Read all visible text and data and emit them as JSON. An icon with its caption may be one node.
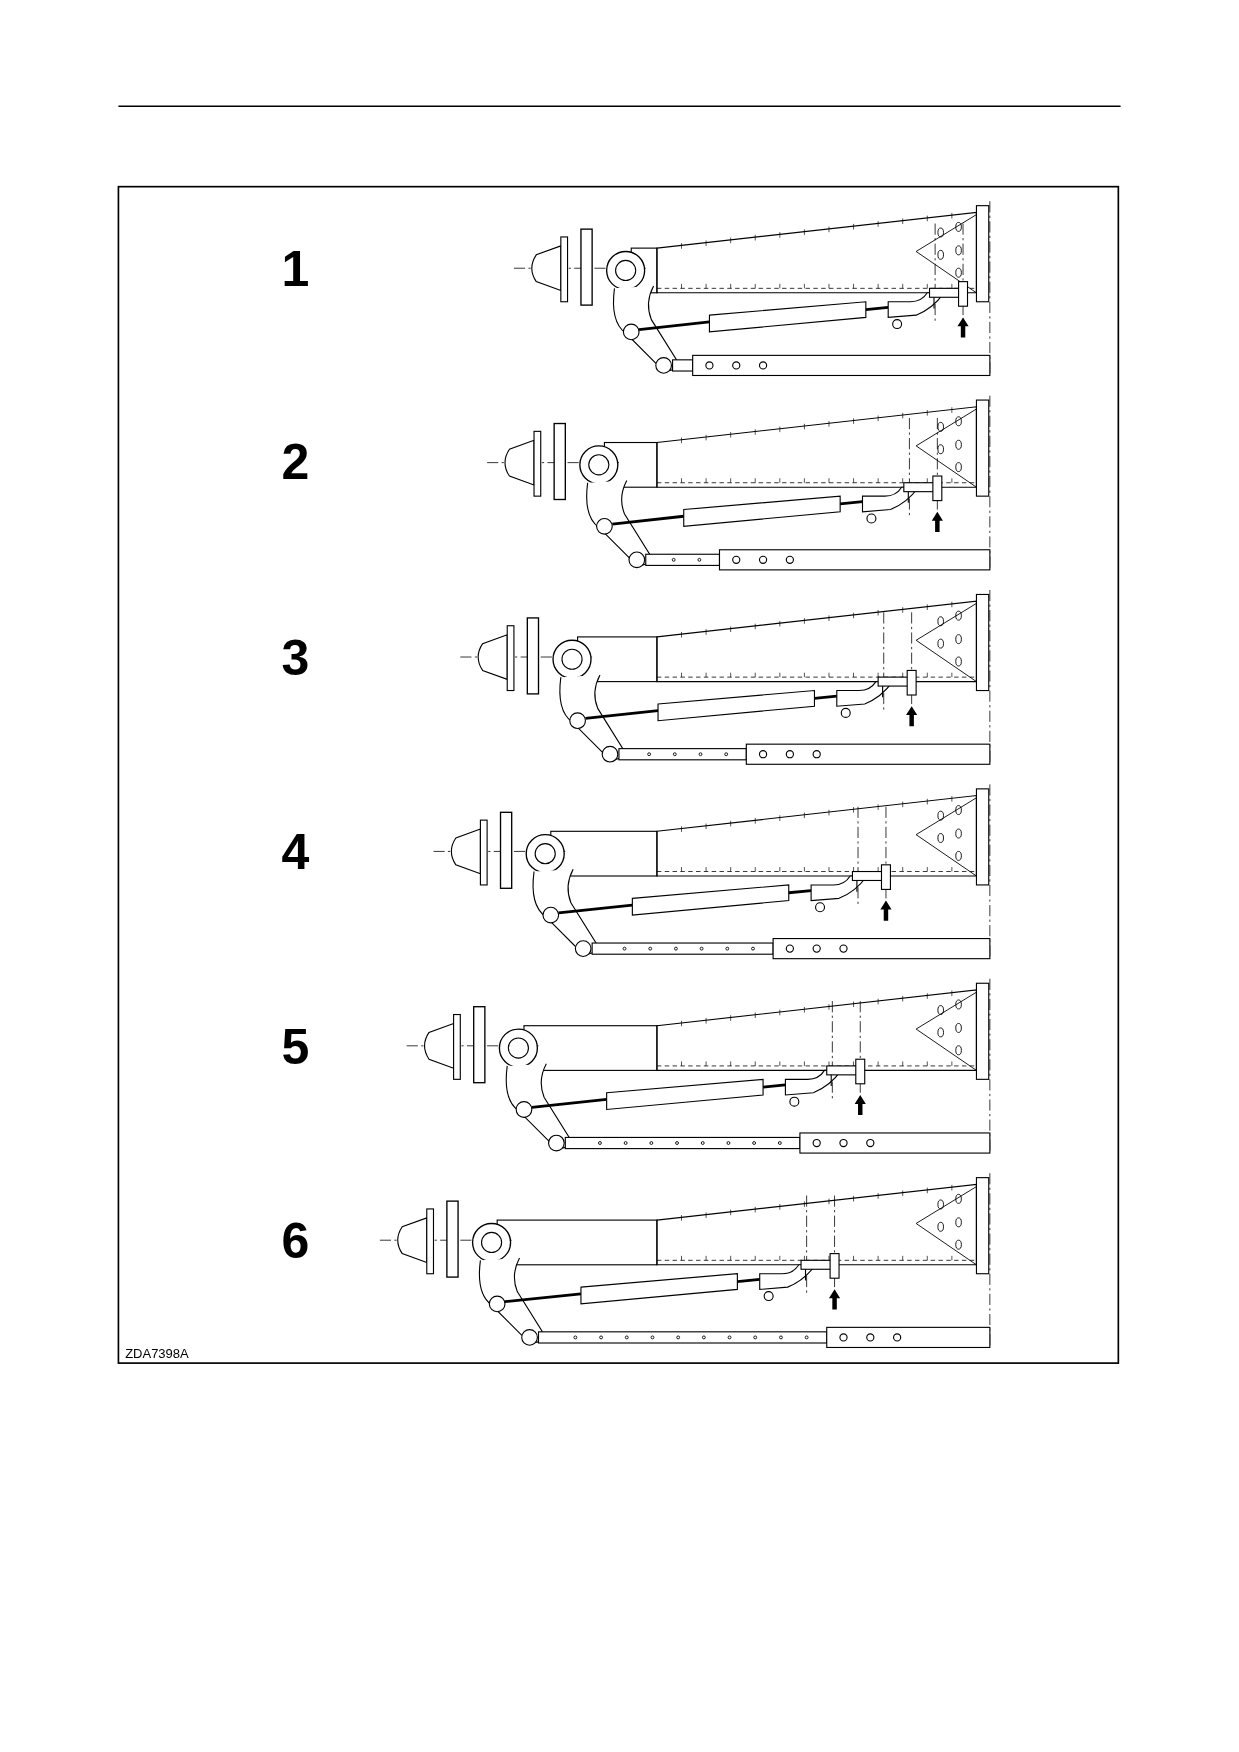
{
  "diagram": {
    "labels": [
      "1",
      "2",
      "3",
      "4",
      "5",
      "6",
      "ZDA7398A"
    ]
  }
}
